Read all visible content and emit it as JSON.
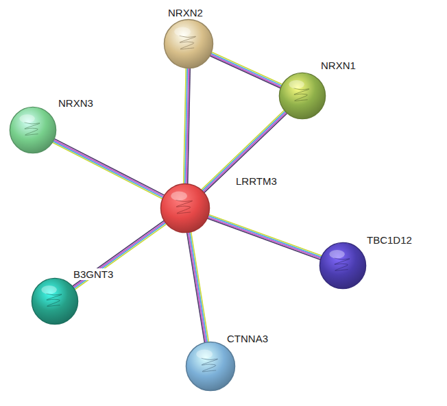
{
  "diagram": {
    "nodes": [
      {
        "text": [
          "NRXN2"
        ]
      },
      {
        "text": [
          "NRXN1"
        ]
      },
      {
        "text": [
          "NRXN3"
        ]
      },
      {
        "text": [
          "LRRTM3"
        ]
      },
      {
        "text": [
          "TBC1D12"
        ]
      },
      {
        "text": [
          "B3GNT3"
        ]
      },
      {
        "text": [
          "CTNNA3"
        ]
      }
    ],
    "edges": [
      {
        "from": 0,
        "to": 1,
        "arrow": "none"
      },
      {
        "from": 3,
        "to": 0,
        "arrow": "none"
      },
      {
        "from": 3,
        "to": 1,
        "arrow": "none"
      },
      {
        "from": 3,
        "to": 2,
        "arrow": "none"
      },
      {
        "from": 3,
        "to": 4,
        "arrow": "none"
      },
      {
        "from": 3,
        "to": 5,
        "arrow": "none"
      },
      {
        "from": 3,
        "to": 6,
        "arrow": "none"
      }
    ]
  }
}
